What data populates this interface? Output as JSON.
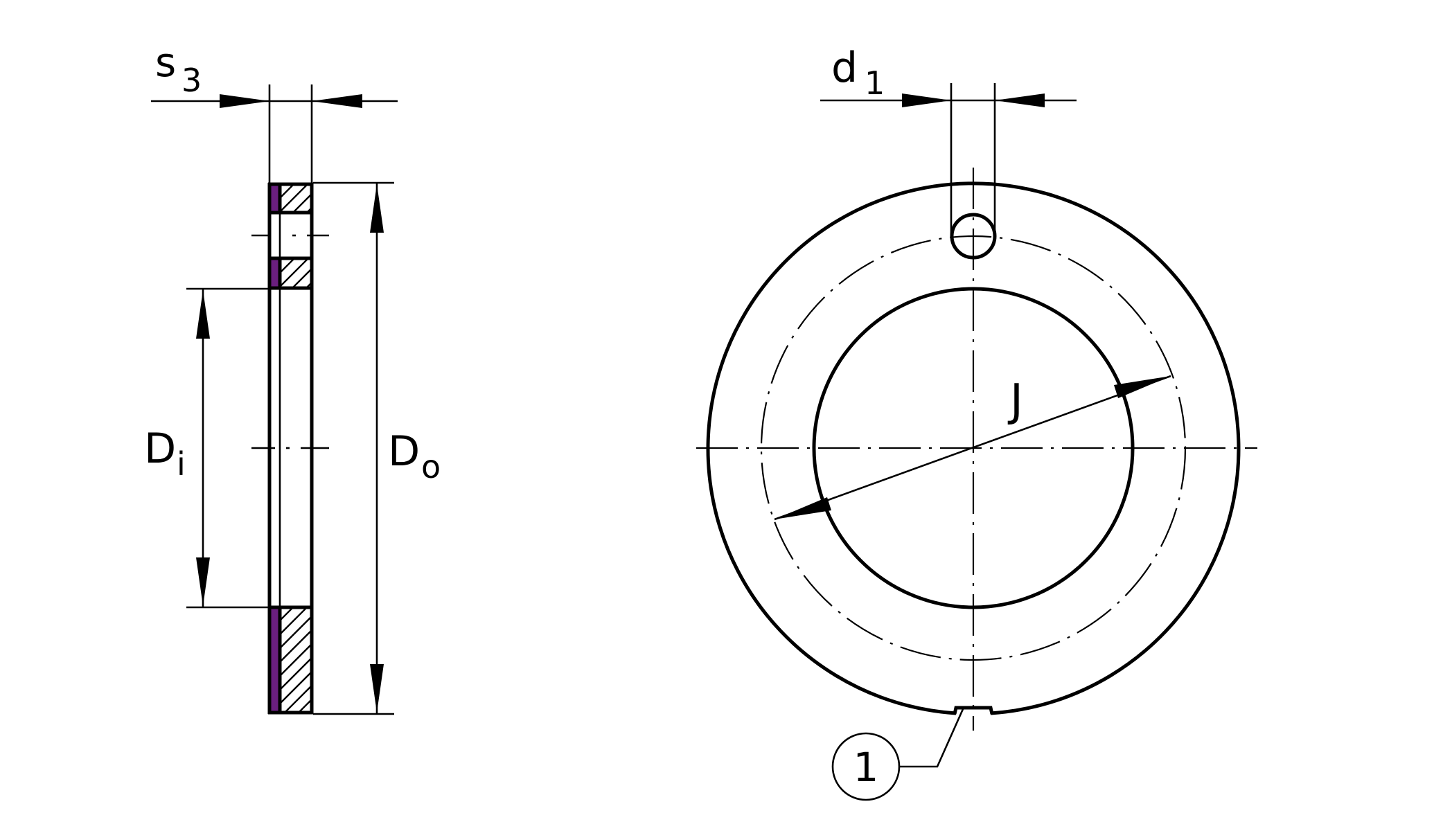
{
  "drawing": {
    "title": "Thrust washer technical drawing",
    "colors": {
      "line": "#000000",
      "sliding_layer": "#6a1f7f",
      "background": "#ffffff"
    },
    "side_view": {
      "labels": {
        "thickness": "s",
        "thickness_sub": "3",
        "inner_diameter": "D",
        "inner_diameter_sub": "i",
        "outer_diameter": "D",
        "outer_diameter_sub": "o"
      }
    },
    "front_view": {
      "labels": {
        "hole_diameter": "d",
        "hole_diameter_sub": "1",
        "bolt_circle": "J",
        "callout": "1"
      }
    }
  }
}
